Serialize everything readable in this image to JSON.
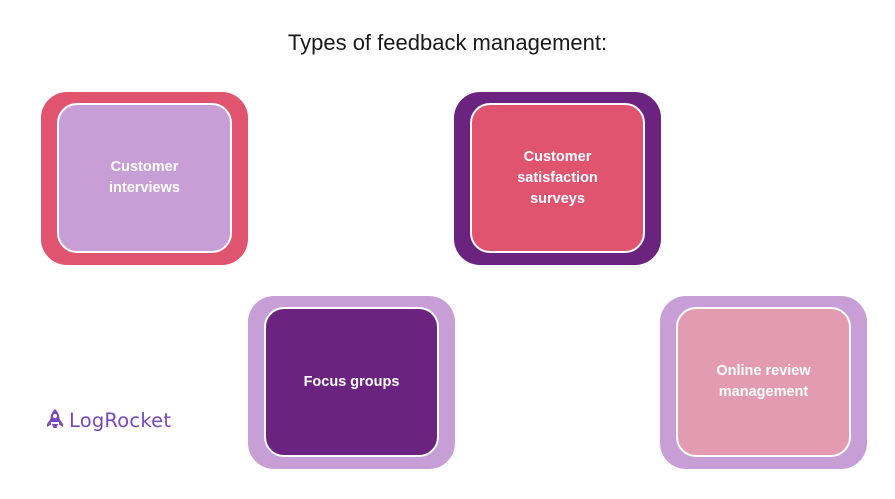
{
  "title": "Types of feedback management:",
  "cards": [
    {
      "label": "Customer interviews",
      "outer_color": "#e0546f",
      "inner_color": "#c79fd6"
    },
    {
      "label": "Customer satisfaction surveys",
      "outer_color": "#6a2480",
      "inner_color": "#e0546f"
    },
    {
      "label": "Focus groups",
      "outer_color": "#c79fd6",
      "inner_color": "#6a2480"
    },
    {
      "label": "Online review management",
      "outer_color": "#c79fd6",
      "inner_color": "#e29bb0"
    }
  ],
  "logo": {
    "text": "LogRocket",
    "icon": "rocket-icon",
    "color": "#764abc"
  }
}
